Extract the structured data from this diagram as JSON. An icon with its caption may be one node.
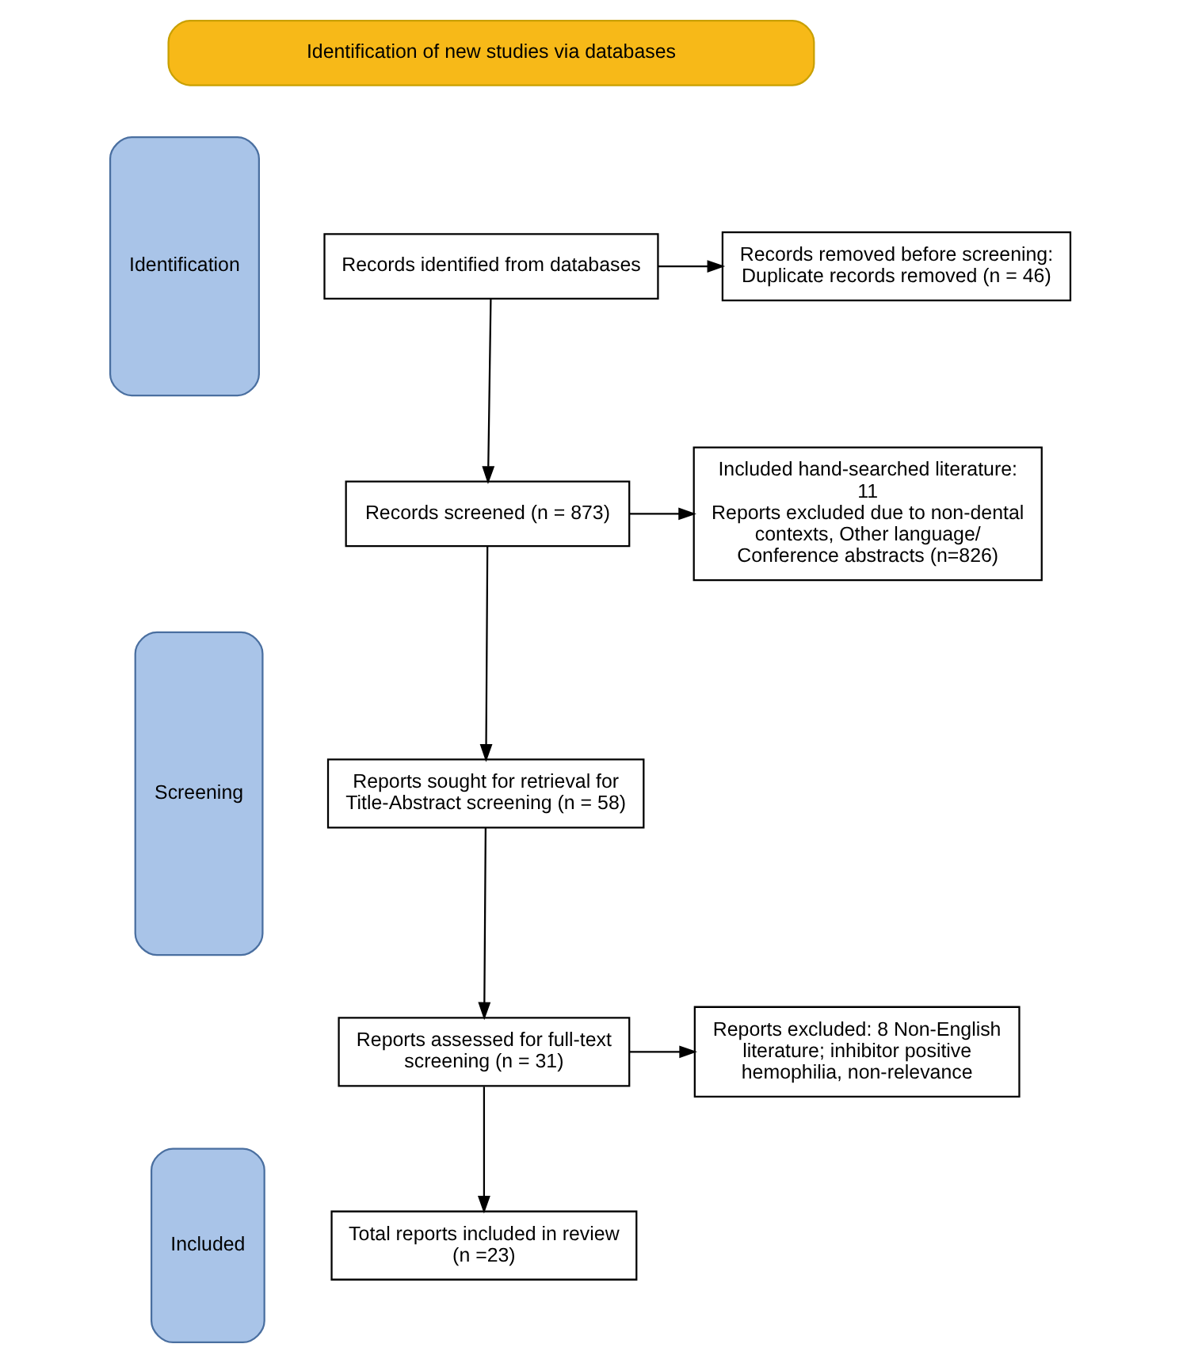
{
  "diagram": {
    "nodes": [
      {
        "text": [
          "Identification of new studies via databases"
        ]
      },
      {
        "text": [
          "Identification"
        ]
      },
      {
        "text": [
          "Screening"
        ]
      },
      {
        "text": [
          "Included"
        ]
      },
      {
        "text": [
          "Records identified from databases"
        ]
      },
      {
        "text": [
          "Records removed before screening: Duplicate records removed (n = 46)"
        ]
      },
      {
        "text": [
          "Records screened (n = 873)"
        ]
      },
      {
        "text": [
          "Included hand-searched literature: 11",
          "Reports excluded due to non-dental contexts, Other language/ Conference abstracts (n=826)"
        ]
      },
      {
        "text": [
          "Reports sought for retrieval for Title-Abstract screening (n = 58)"
        ]
      },
      {
        "text": [
          "Reports assessed for full-text screening (n = 31)"
        ]
      },
      {
        "text": [
          "Reports excluded: 8 Non-English literature; inhibitor positive hemophilia, non-relevance"
        ]
      },
      {
        "text": [
          "Total reports included in review (n =23)"
        ]
      }
    ],
    "edges": [
      {
        "from": 4,
        "to": 5,
        "arrow": "to"
      },
      {
        "from": 4,
        "to": 6,
        "arrow": "to"
      },
      {
        "from": 6,
        "to": 7,
        "arrow": "to"
      },
      {
        "from": 6,
        "to": 8,
        "arrow": "to"
      },
      {
        "from": 8,
        "to": 9,
        "arrow": "to"
      },
      {
        "from": 9,
        "to": 10,
        "arrow": "to"
      },
      {
        "from": 9,
        "to": 11,
        "arrow": "to"
      }
    ]
  }
}
